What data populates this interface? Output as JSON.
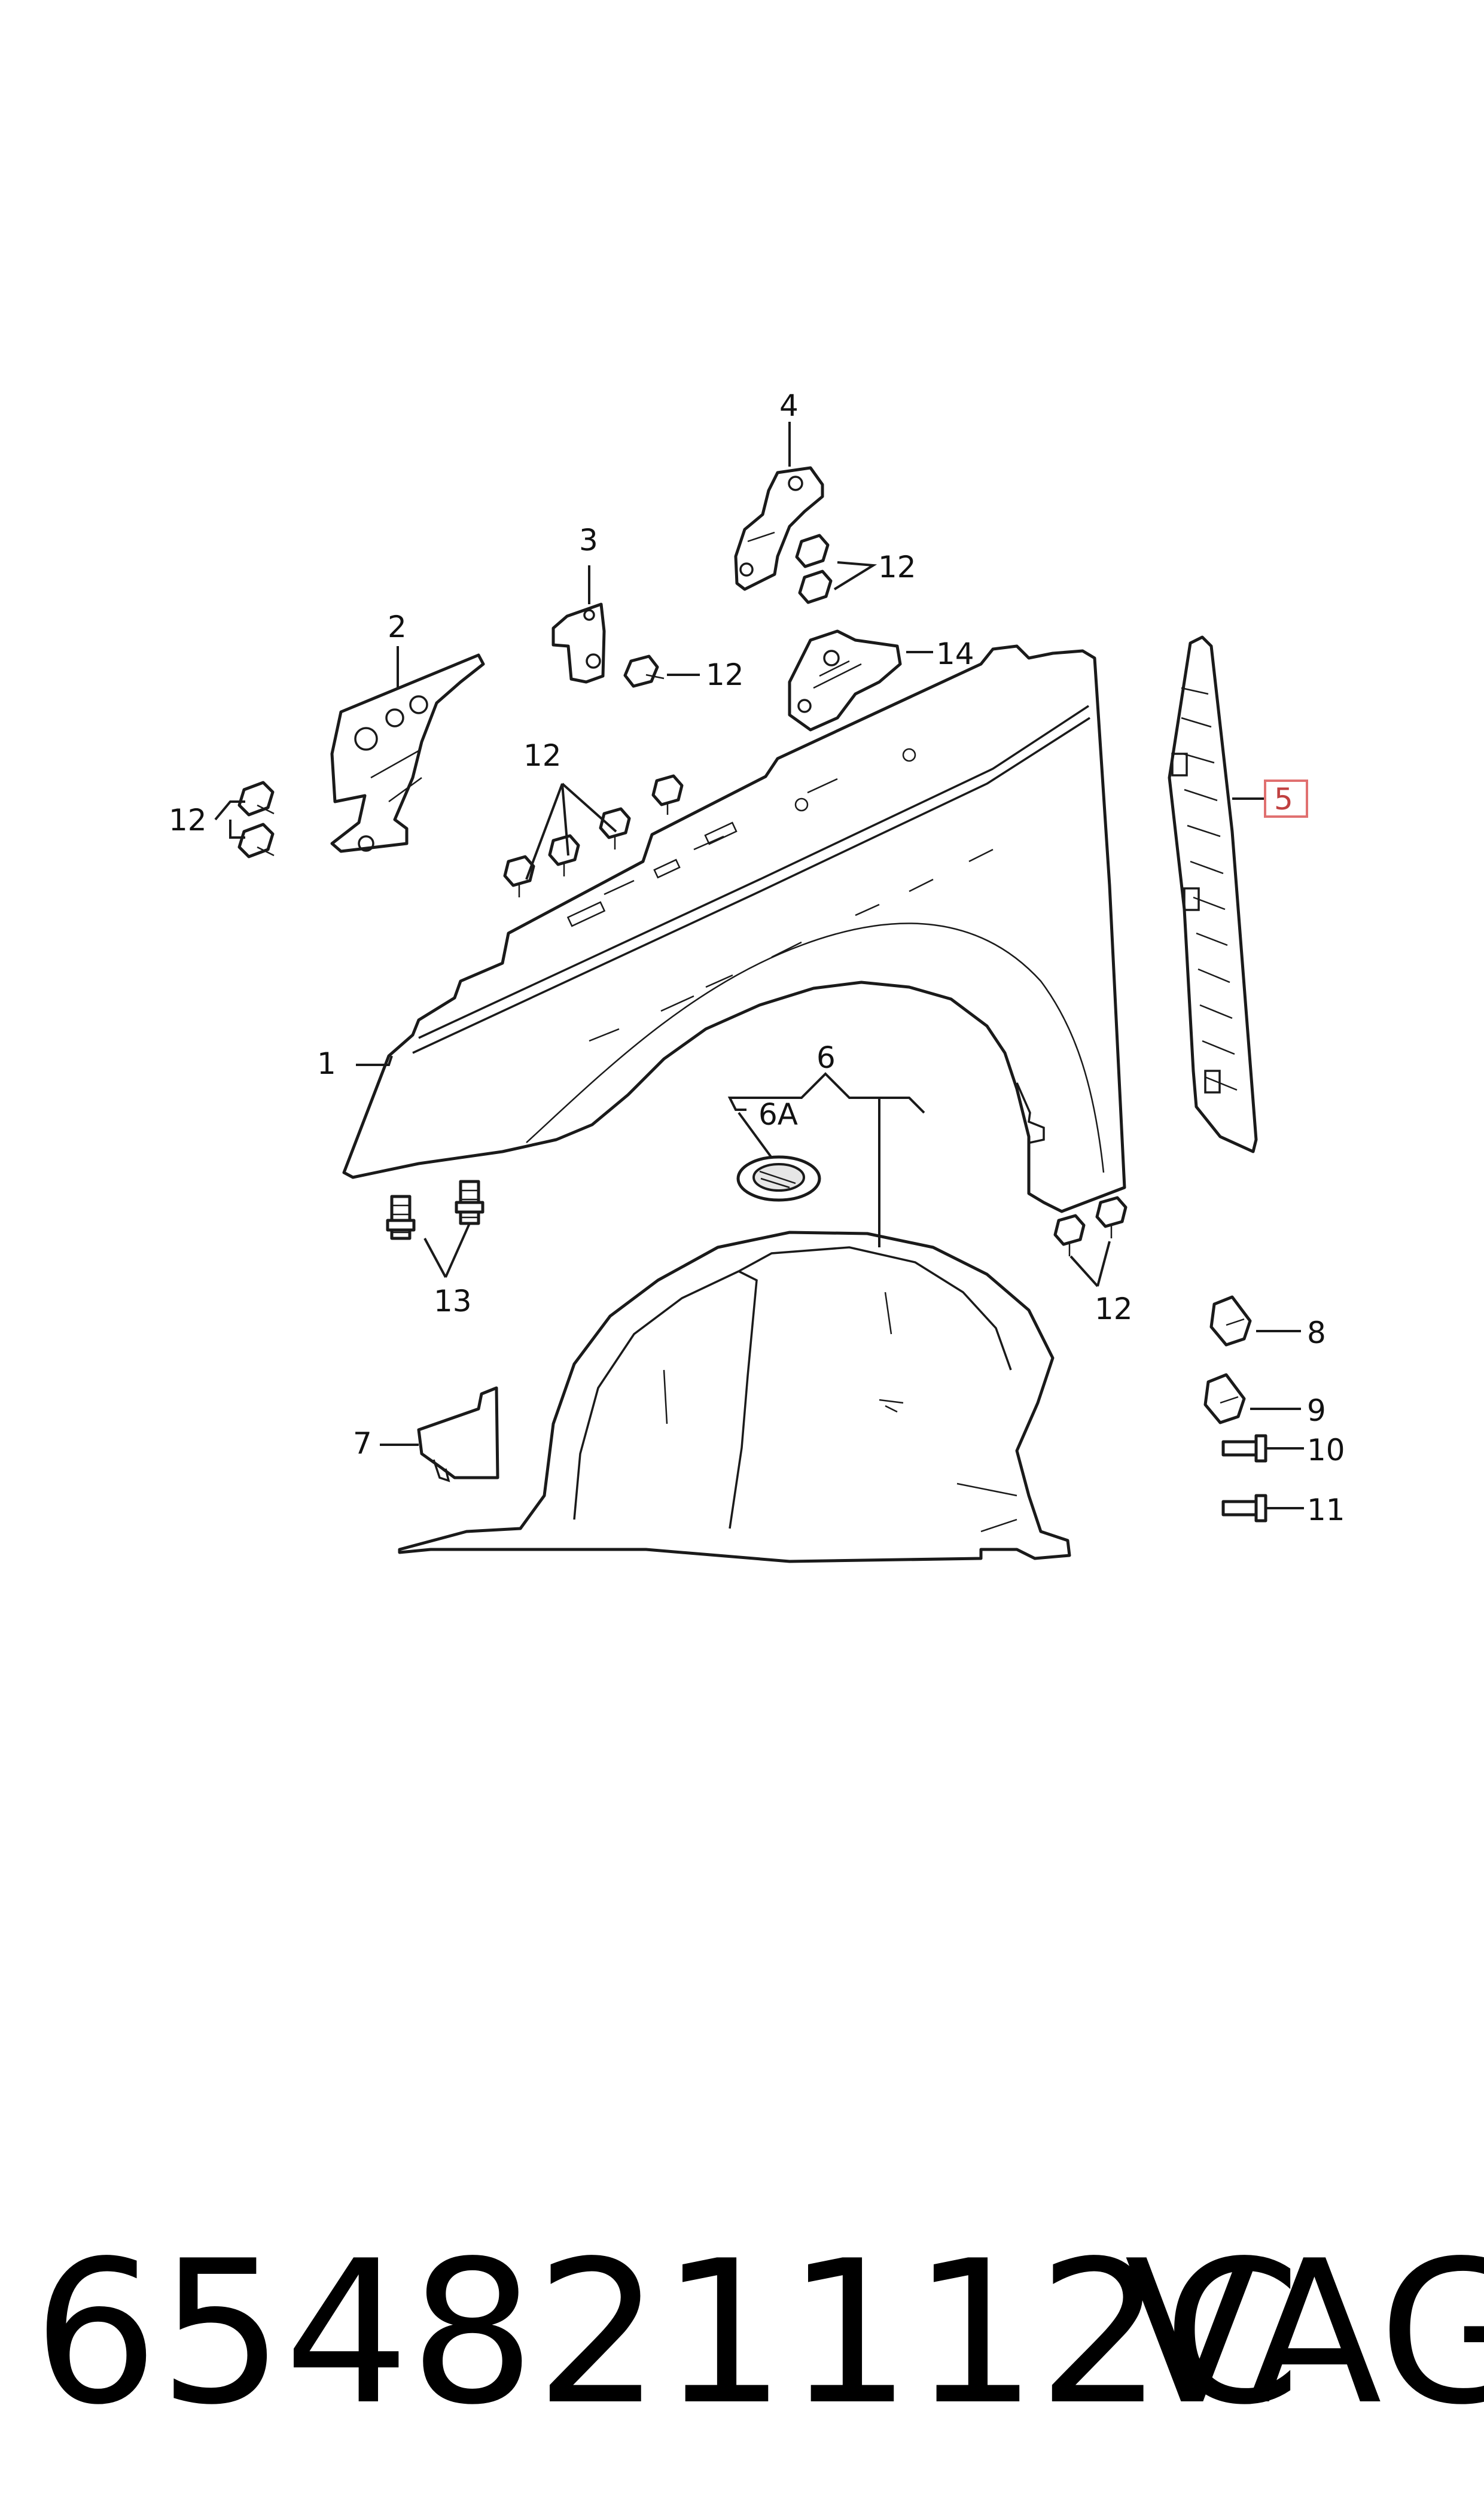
{
  "callouts": {
    "c1": "1",
    "c2": "2",
    "c3": "3",
    "c4": "4",
    "c5": "5",
    "c6": "6",
    "c6a": "6A",
    "c7": "7",
    "c8": "8",
    "c9": "9",
    "c10": "10",
    "c11": "11",
    "c12a": "12",
    "c12b": "12",
    "c12c": "12",
    "c12d": "12",
    "c12e": "12",
    "c13": "13",
    "c14": "14"
  },
  "highlight_color": "#e07070",
  "footer": {
    "part_number": "654821112C",
    "brand": "VAG"
  }
}
